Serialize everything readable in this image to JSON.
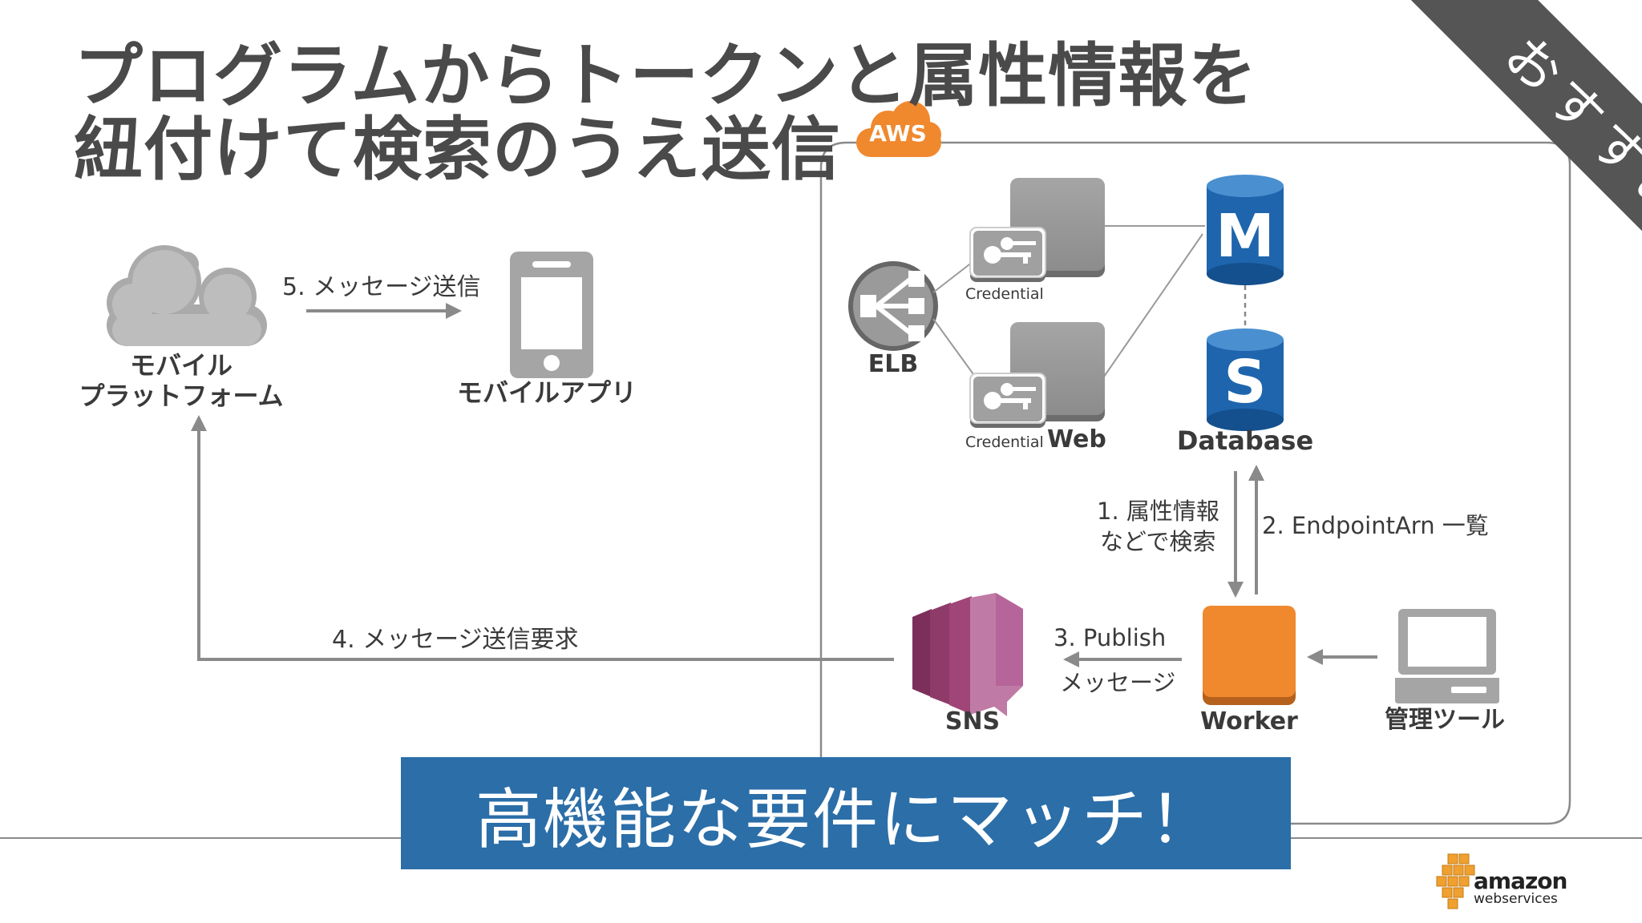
{
  "title": {
    "line1": "プログラムからトークンと属性情報を",
    "line2": "紐付けて検索のうえ送信"
  },
  "ribbon": {
    "label": "おすすめ"
  },
  "aws_badge": {
    "label": "AWS"
  },
  "nodes": {
    "mobile_platform": {
      "line1": "モバイル",
      "line2": "プラットフォーム",
      "icon": "cloud-icon"
    },
    "mobile_app": {
      "label": "モバイルアプリ",
      "icon": "smartphone-icon"
    },
    "elb": {
      "label": "ELB",
      "icon": "load-balancer-icon"
    },
    "web": {
      "label": "Web",
      "icon": "server-icon"
    },
    "credential_top": {
      "label": "Credential",
      "icon": "key-icon"
    },
    "credential_bottom": {
      "label": "Credential",
      "icon": "key-icon"
    },
    "database": {
      "label": "Database",
      "m_letter": "M",
      "s_letter": "S",
      "icon": "database-icon"
    },
    "worker": {
      "label": "Worker",
      "icon": "worker-instance-icon"
    },
    "sns": {
      "label": "SNS",
      "icon": "sns-icon"
    },
    "admin_tool": {
      "label": "管理ツール",
      "icon": "laptop-icon"
    }
  },
  "edges": {
    "step1": {
      "line1": "1. 属性情報",
      "line2": "などで検索"
    },
    "step2": {
      "label": "2. EndpointArn 一覧"
    },
    "step3": {
      "line1": "3. Publish",
      "line2": "メッセージ"
    },
    "step4": {
      "label": "4. メッセージ送信要求"
    },
    "step5": {
      "label": "5. メッセージ送信"
    }
  },
  "banner": {
    "label": "高機能な要件にマッチ！"
  },
  "logo": {
    "line1": "amazon",
    "line2": "webservices"
  },
  "colors": {
    "title": "#4a4a4a",
    "ribbon": "#555555",
    "banner": "#2b6ea8",
    "aws_orange": "#f0882e",
    "db_blue": "#1e65ad",
    "sns_purple": "#b0548a",
    "gray_icon": "#9a9a9a"
  }
}
